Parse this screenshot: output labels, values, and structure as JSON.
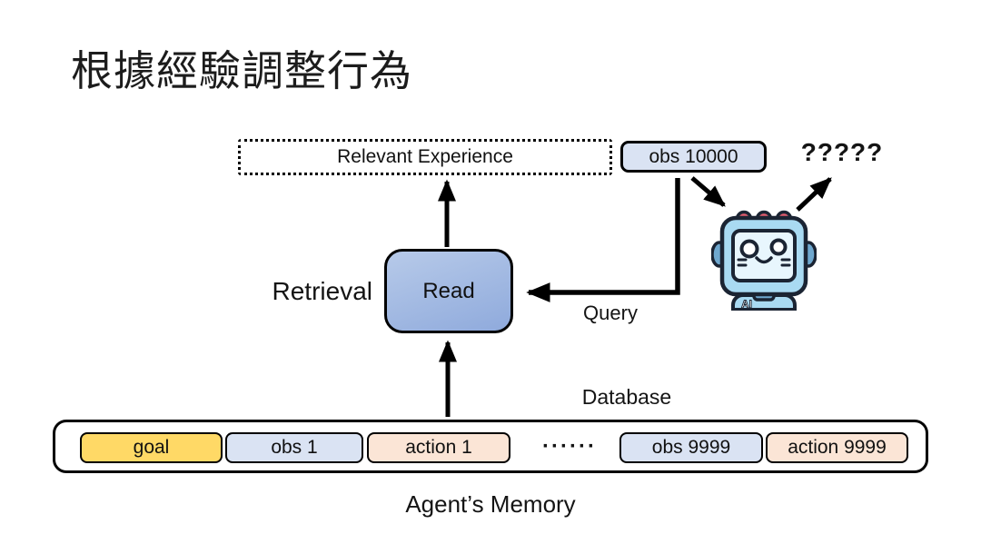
{
  "slide": {
    "title": "根據經驗調整行為"
  },
  "diagram": {
    "relevant_experience_label": "Relevant Experience",
    "obs_10000_label": "obs 10000",
    "question_marks": "?????",
    "retrieval_label": "Retrieval",
    "read_label": "Read",
    "query_label": "Query",
    "database_label": "Database",
    "dots": "······",
    "robot_label": "AI",
    "memory_caption": "Agent’s Memory",
    "memory_items": [
      {
        "label": "goal",
        "type": "goal"
      },
      {
        "label": "obs 1",
        "type": "obs"
      },
      {
        "label": "action 1",
        "type": "action"
      },
      {
        "label": "obs 9999",
        "type": "obs"
      },
      {
        "label": "action 9999",
        "type": "action"
      }
    ],
    "colors": {
      "goal_fill": "#FFD966",
      "obs_fill": "#DAE3F3",
      "action_fill": "#FBE5D6",
      "read_top": "#B7CAE9",
      "read_bottom": "#8FAADC",
      "outline": "#000000",
      "robot_body": "#A9DAF2",
      "robot_screen": "#E8F6FD",
      "robot_accent": "#6FA8CF",
      "robot_bump": "#E05C6E",
      "robot_outline": "#1B2433"
    }
  }
}
